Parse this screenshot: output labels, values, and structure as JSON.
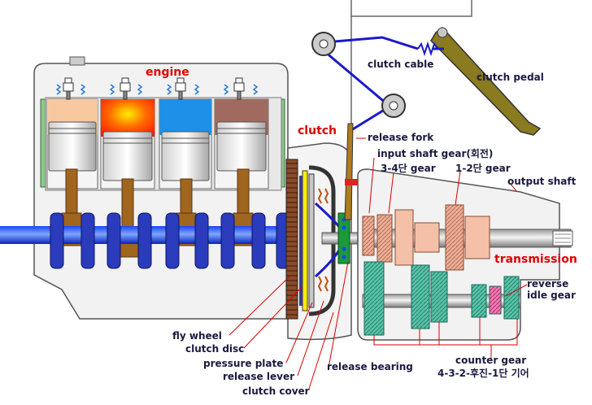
{
  "labels": {
    "engine": "engine",
    "clutch": "clutch",
    "transmission": "transmission",
    "clutch_cable": "clutch cable",
    "clutch_pedal": "clutch pedal",
    "release_fork": "release fork",
    "input_shaft_gear": "input shaft gear(회전)",
    "gear_34": "3-4단 gear",
    "gear_12": "1-2단 gear",
    "output_shaft": "output shaft",
    "reverse": "reverse",
    "idle_gear": "idle gear",
    "fly_wheel": "fly wheel",
    "clutch_disc": "clutch disc",
    "pressure_plate": "pressure plate",
    "release_lever": "release lever",
    "clutch_cover": "clutch cover",
    "release_bearing": "release bearing",
    "counter_gear": "counter gear",
    "counter_gear_sub": "4-3-2-후진-1단 기어"
  },
  "colors": {
    "label_text": "#1a1a40",
    "heading_red": "#e00000",
    "engine_block": "#8cc88c",
    "crank_blue": "#2233bb",
    "rod_brown": "#a0651e",
    "gear_salmon": "#e8a088",
    "gear_teal": "#48b8a0",
    "housing_grey": "#e8e8e8"
  }
}
